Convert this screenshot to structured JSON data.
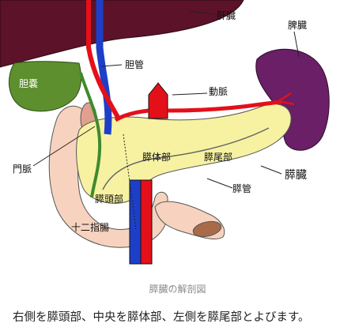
{
  "figure": {
    "labels": {
      "liver": "肝臓",
      "spleen": "脾臓",
      "gallbladder": "胆嚢",
      "bile_duct": "胆管",
      "artery": "動脈",
      "portal_vein": "門脈",
      "pancreas_body": "膵体部",
      "pancreas_tail": "膵尾部",
      "pancreas": "膵臓",
      "pancreatic_duct": "膵管",
      "pancreas_head": "膵頭部",
      "duodenum": "十二指腸"
    },
    "colors": {
      "liver": "#5c1228",
      "spleen": "#6a1f66",
      "gallbladder": "#5e8f2e",
      "pancreas": "#f6f2a2",
      "duodenum": "#f7d3bf",
      "artery": "#e3101a",
      "vein": "#1d3fc8",
      "duct": "#3f8a2e"
    }
  },
  "caption": "膵臓の解剖図",
  "description": "右側を膵頭部、中央を膵体部、左側を膵尾部とよびます。"
}
